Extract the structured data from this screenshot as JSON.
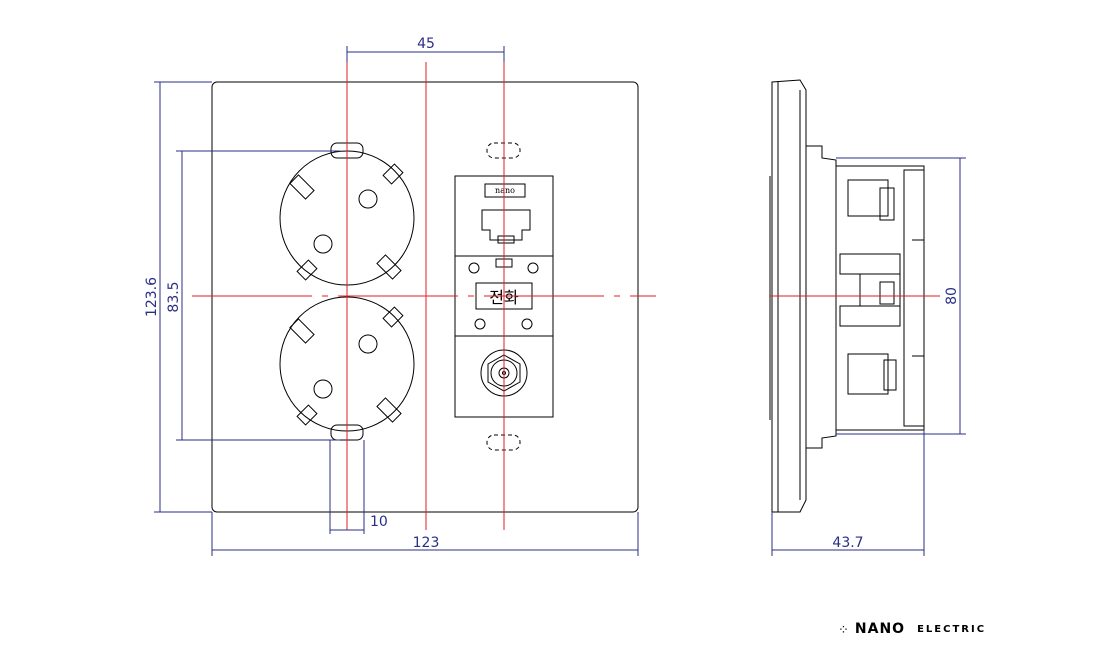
{
  "dimensions": {
    "width_45": "45",
    "width_123": "123",
    "width_10": "10",
    "height_123_6": "123.6",
    "height_83_5": "83.5",
    "height_80": "80",
    "depth_43_7": "43.7"
  },
  "labels": {
    "jack_brand": "nano",
    "telephone": "전화"
  },
  "logo": {
    "name": "NANO",
    "sub": "ELECTRIC"
  },
  "colors": {
    "outline": "#000000",
    "dimension": "#2a2f86",
    "centerline": "#e31e24"
  }
}
